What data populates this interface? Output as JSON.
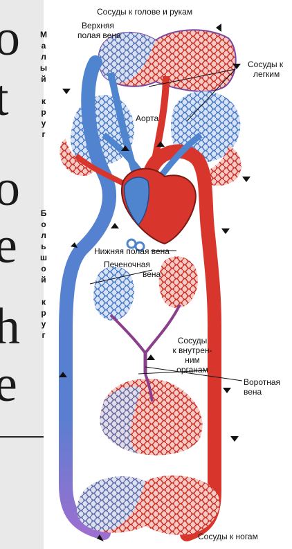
{
  "diagram": {
    "background_fragments": [
      "o",
      "t",
      "o",
      "e",
      "h",
      "e"
    ],
    "labels": {
      "top_title": "Сосуды к голове и рукам",
      "svc_line1": "Верхняя",
      "svc_line2": "полая вена",
      "lungs_line1": "Сосуды к",
      "lungs_line2": "легким",
      "aorta": "Аорта",
      "ivc": "Нижняя полая вена",
      "hepatic_line1": "Печеночная",
      "hepatic_line2": "вена",
      "organs_line1": "Сосуды",
      "organs_line2": "к внутрен-",
      "organs_line3": "ним",
      "organs_line4": "органам",
      "portal_line1": "Воротная",
      "portal_line2": "вена",
      "legs": "Сосуды к ногам"
    },
    "vertical_labels": {
      "small_circle": [
        "М",
        "а",
        "л",
        "ы",
        "й",
        " ",
        "к",
        "р",
        "у",
        "г"
      ],
      "big_circle": [
        "Б",
        "о",
        "л",
        "ь",
        "ш",
        "о",
        "й",
        " ",
        "к",
        "р",
        "у",
        "г"
      ]
    },
    "colors": {
      "artery": "#d8362c",
      "vein": "#4f84cf",
      "mixed": "#8a3f8c",
      "background": "#ffffff"
    }
  }
}
